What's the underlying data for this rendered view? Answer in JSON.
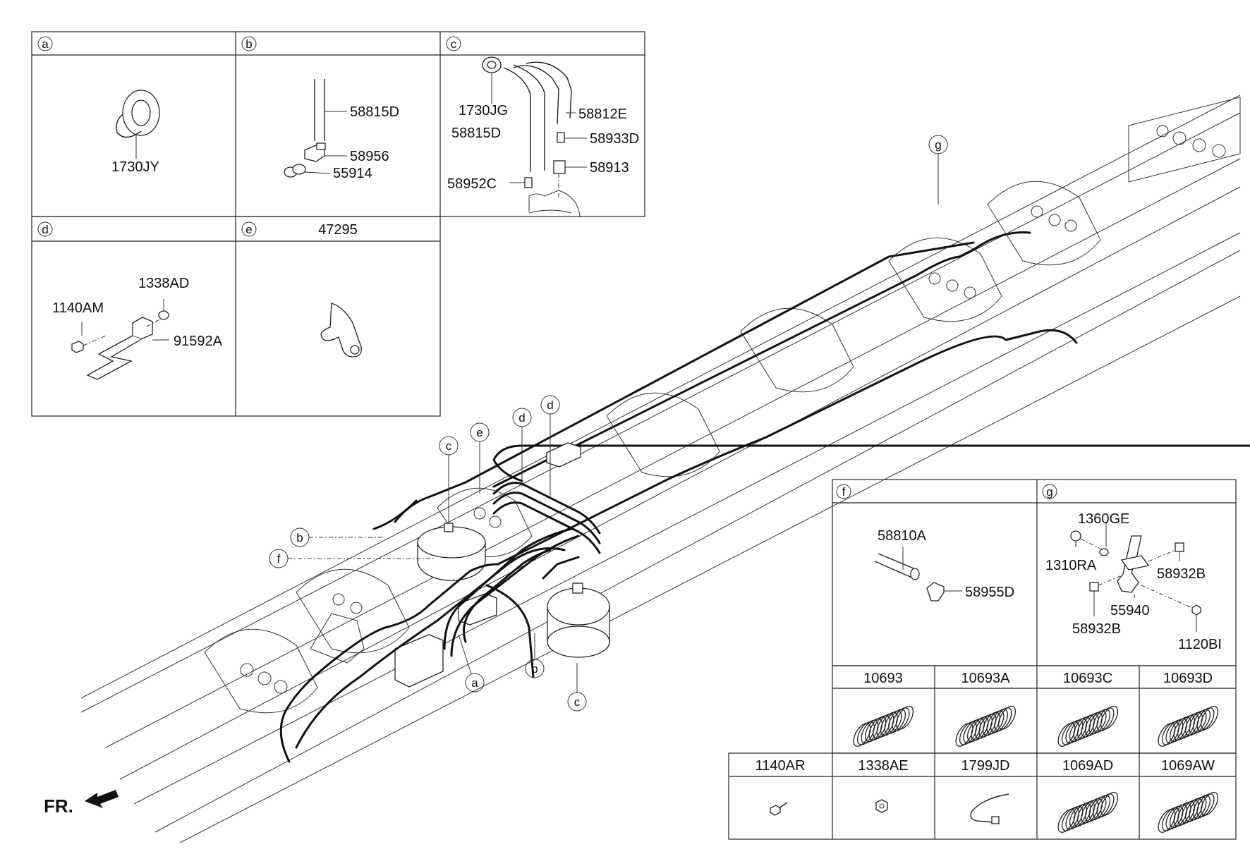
{
  "fr_label": "FR.",
  "panels": {
    "a": {
      "tag": "a",
      "parts": [
        "1730JY"
      ]
    },
    "b": {
      "tag": "b",
      "parts": [
        "58815D",
        "58956",
        "55914"
      ]
    },
    "c": {
      "tag": "c",
      "parts": [
        "1730JG",
        "58812E",
        "58815D",
        "58933D",
        "58913",
        "58952C"
      ]
    },
    "d": {
      "tag": "d",
      "parts": [
        "1338AD",
        "1140AM",
        "91592A"
      ]
    },
    "e": {
      "tag": "e",
      "title": "47295"
    },
    "f": {
      "tag": "f",
      "parts": [
        "58810A",
        "58955D"
      ]
    },
    "g": {
      "tag": "g",
      "parts": [
        "1360GE",
        "1310RA",
        "58932B",
        "55940",
        "58932B",
        "1120BI"
      ]
    }
  },
  "grid_row1": [
    "10693",
    "10693A",
    "10693C",
    "10693D"
  ],
  "grid_row2": [
    "1140AR",
    "1338AE",
    "1799JD",
    "1069AD",
    "1069AW"
  ],
  "callouts": [
    "g",
    "e",
    "d",
    "d",
    "c",
    "b",
    "f",
    "a",
    "b",
    "c"
  ]
}
